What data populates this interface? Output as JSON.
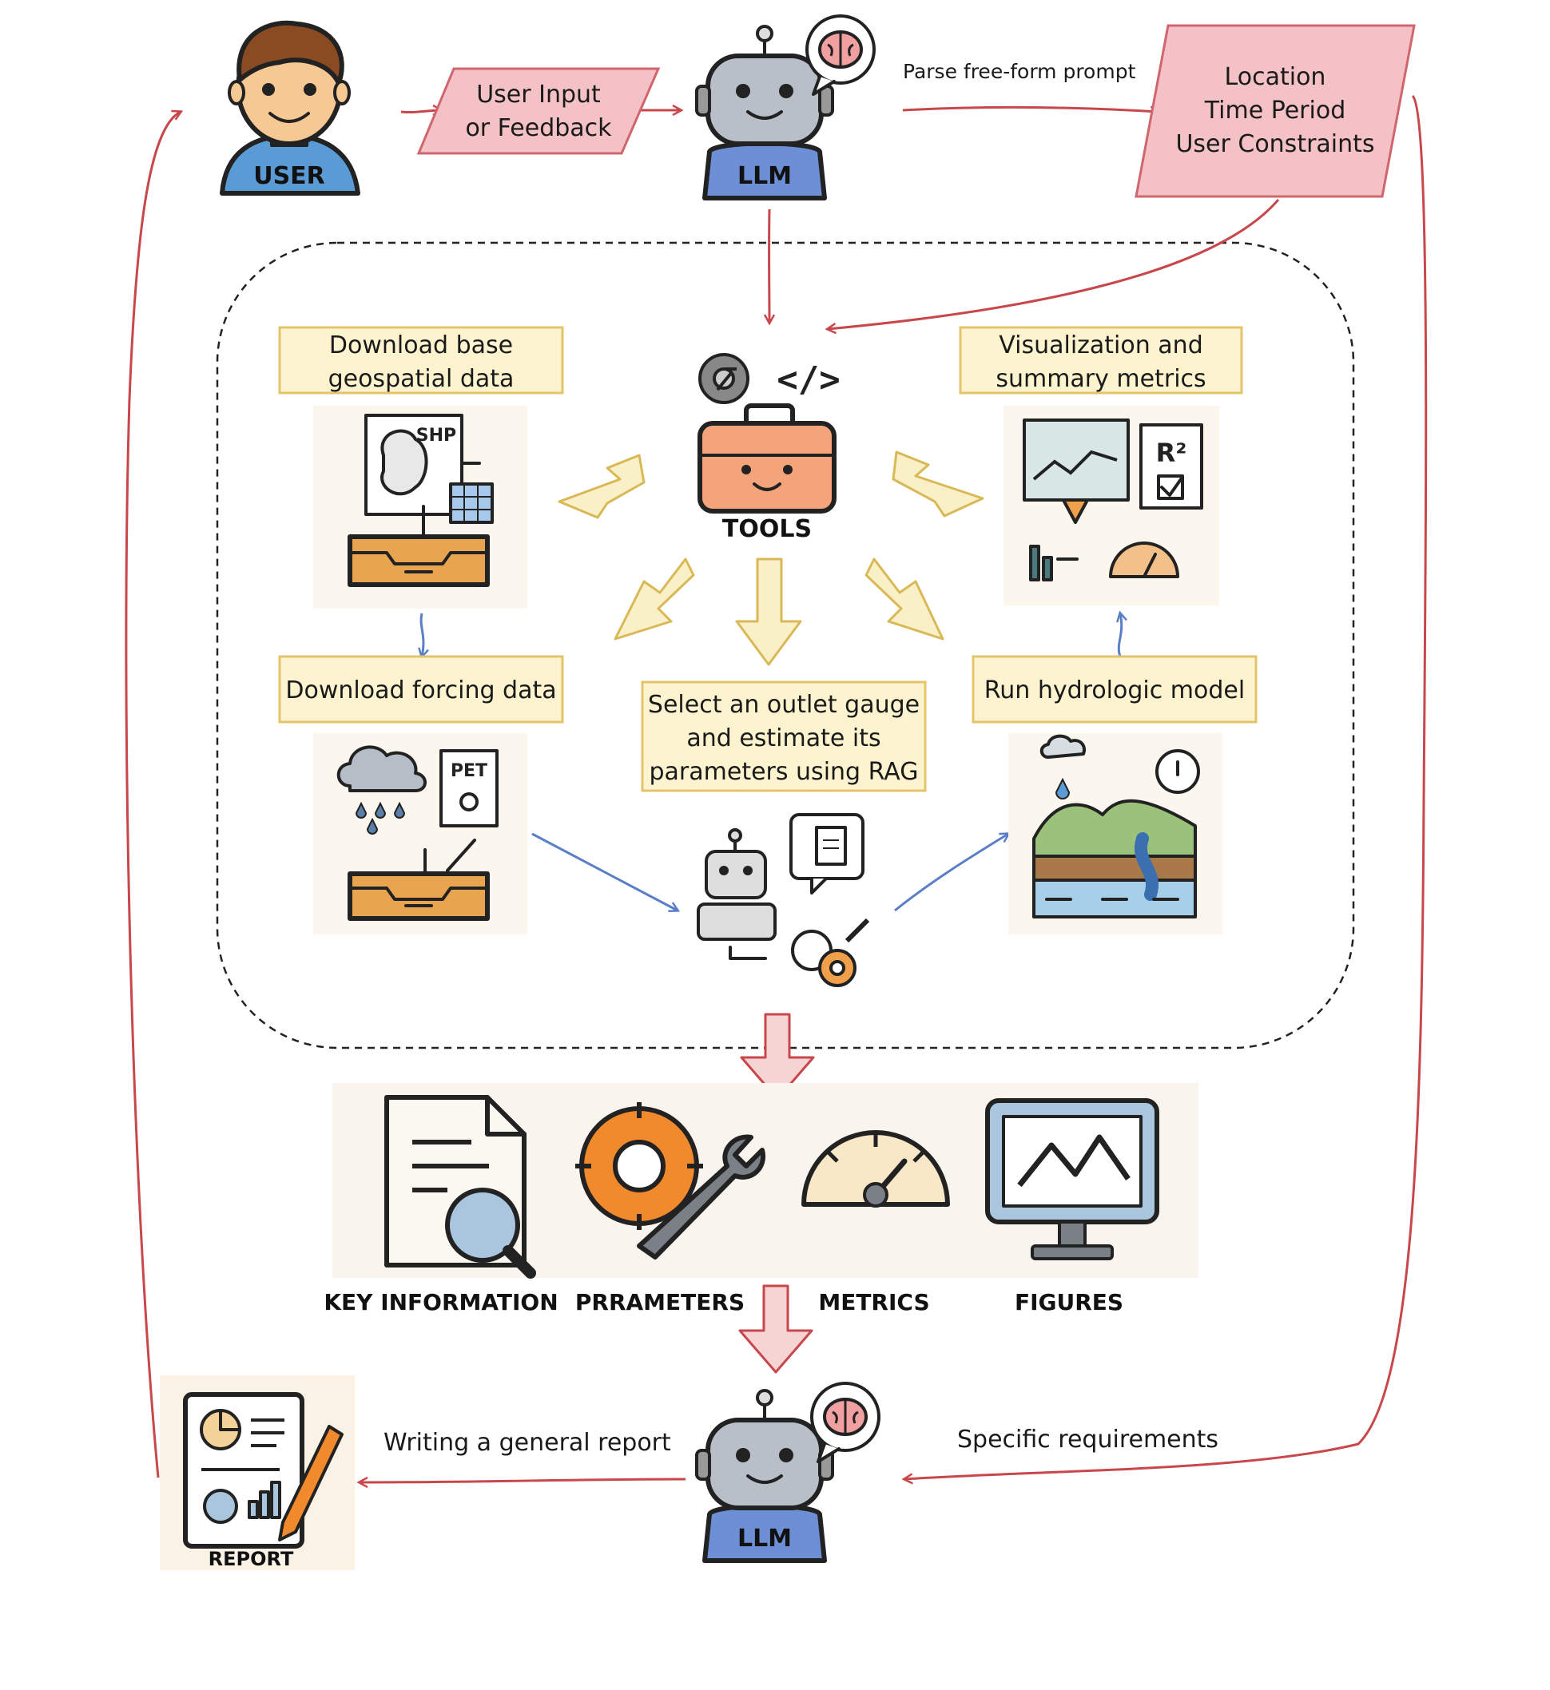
{
  "user": {
    "label": "USER"
  },
  "input_box": {
    "line1": "User Input",
    "line2": "or Feedback"
  },
  "llm_top": {
    "label": "LLM"
  },
  "parse_label": "Parse free-form prompt",
  "constraints": {
    "line1": "Location",
    "line2": "Time Period",
    "line3": "User Constraints"
  },
  "tools": {
    "label": "TOOLS"
  },
  "steps": {
    "base": {
      "line1": "Download base",
      "line2": "geospatial data",
      "icon_text": "SHP"
    },
    "viz": {
      "line1": "Visualization and",
      "line2": "summary metrics",
      "icon_text": "R²"
    },
    "forcing": {
      "line1": "Download forcing data",
      "icon_text": "PET"
    },
    "outlet": {
      "line1": "Select an outlet gauge",
      "line2": "and estimate its",
      "line3": "parameters using RAG"
    },
    "run": {
      "line1": "Run hydrologic model"
    }
  },
  "outputs": [
    {
      "label": "KEY INFORMATION",
      "icon": "document-magnifier-icon"
    },
    {
      "label": "PRRAMETERS",
      "icon": "gear-wrench-icon"
    },
    {
      "label": "METRICS",
      "icon": "gauge-icon"
    },
    {
      "label": "FIGURES",
      "icon": "monitor-chart-icon"
    }
  ],
  "llm_bottom": {
    "label": "LLM"
  },
  "report": {
    "label": "REPORT",
    "write_label": "Writing a general report"
  },
  "specific_label": "Specific requirements",
  "colors": {
    "red_arrow": "#c8474b",
    "blue_arrow": "#5b7fc7",
    "yellow_box": "#fdf4cf",
    "pink_box": "#f4c2c6"
  }
}
